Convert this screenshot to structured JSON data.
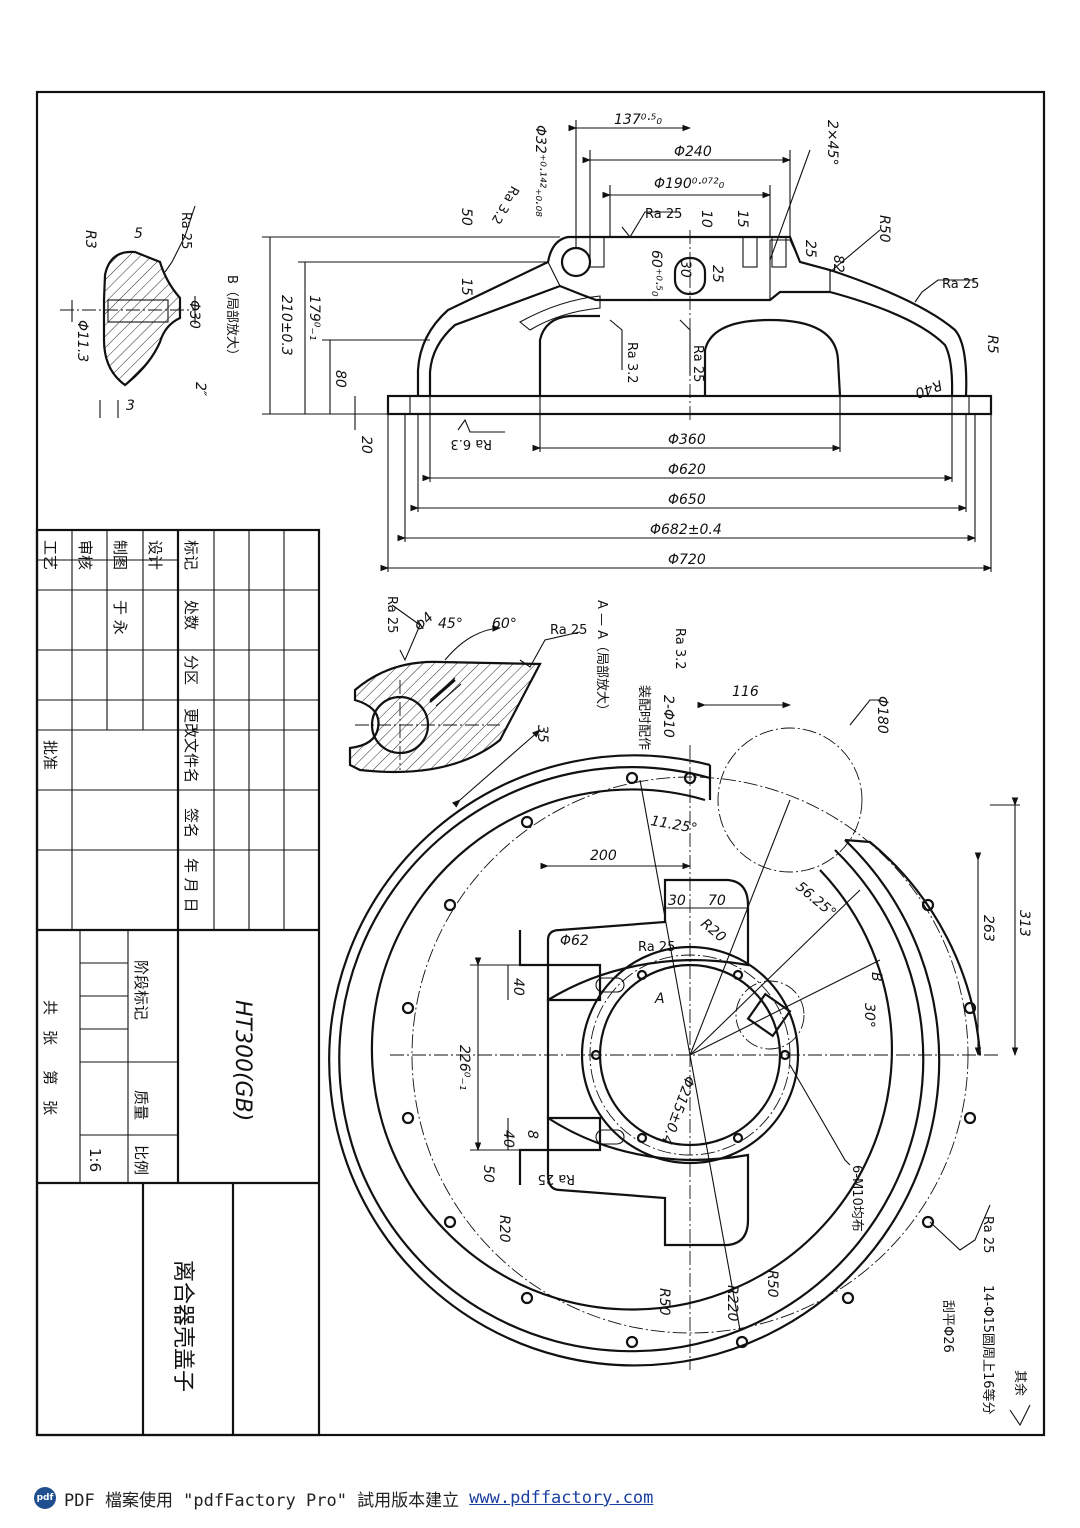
{
  "section_views": {
    "view_b_title": "B（局部放大）",
    "view_a_title": "A — A（局部放大）"
  },
  "title_block": {
    "part_name": "离合器壳盖子",
    "material": "HT300(GB)",
    "scale_label": "比例",
    "scale_value": "1:6",
    "mass_label": "质量",
    "stage_label": "阶段标记",
    "sheets_total": "共　张",
    "sheet_no": "第　张",
    "rev_headers": [
      "标记",
      "处数",
      "分区",
      "更改文件名",
      "签名",
      "年 月 日"
    ],
    "roles": [
      "设计",
      "制图",
      "审核",
      "工艺",
      "批准"
    ],
    "designer": "于 永"
  },
  "dimensions": {
    "top_view": [
      "137⁰·⁵₀",
      "Φ240",
      "Φ190⁰·⁰⁷²₀",
      "2×45°",
      "R50",
      "Ra 25",
      "Φ32⁺⁰·¹⁴²₊₀.₀₈",
      "Ra 3.2",
      "50",
      "10",
      "15",
      "25",
      "82",
      "60⁺⁰·⁵₀",
      "30",
      "25",
      "15",
      "210±0.3",
      "179⁰₋₁",
      "80",
      "20",
      "R5",
      "R40",
      "Ra 6.3",
      "Φ360",
      "Φ620",
      "Φ650",
      "Φ682±0.4",
      "Φ720",
      "Ra 3.2",
      "Ra 25"
    ],
    "view_b": [
      "R3",
      "5",
      "Ra 25",
      "Φ30",
      "Φ11.3",
      "3",
      "2″"
    ],
    "view_a": [
      "Ra 25",
      "Φ4",
      "45°",
      "60°",
      "Ra 25",
      "35"
    ],
    "plan_view": [
      "Ra 3.2",
      "2-Φ10",
      "装配时配作",
      "116",
      "Φ180",
      "11.25°",
      "200",
      "30",
      "70",
      "R20",
      "56.25°",
      "263",
      "313",
      "Φ62",
      "Ra 25",
      "40",
      "B",
      "30°",
      "A",
      "226⁰₋₁",
      "Φ215±0.4",
      "8",
      "40",
      "50",
      "Ra 25",
      "6-M10均布",
      "R20",
      "R50",
      "R220",
      "R50",
      "Ra 25",
      "14-Φ15圆周上16等分",
      "刮平Φ26",
      "其余"
    ]
  },
  "footer": {
    "logo_text": "pdf",
    "text": "PDF 檔案使用 \"pdfFactory Pro\" 試用版本建立",
    "link": "www.pdffactory.com"
  }
}
